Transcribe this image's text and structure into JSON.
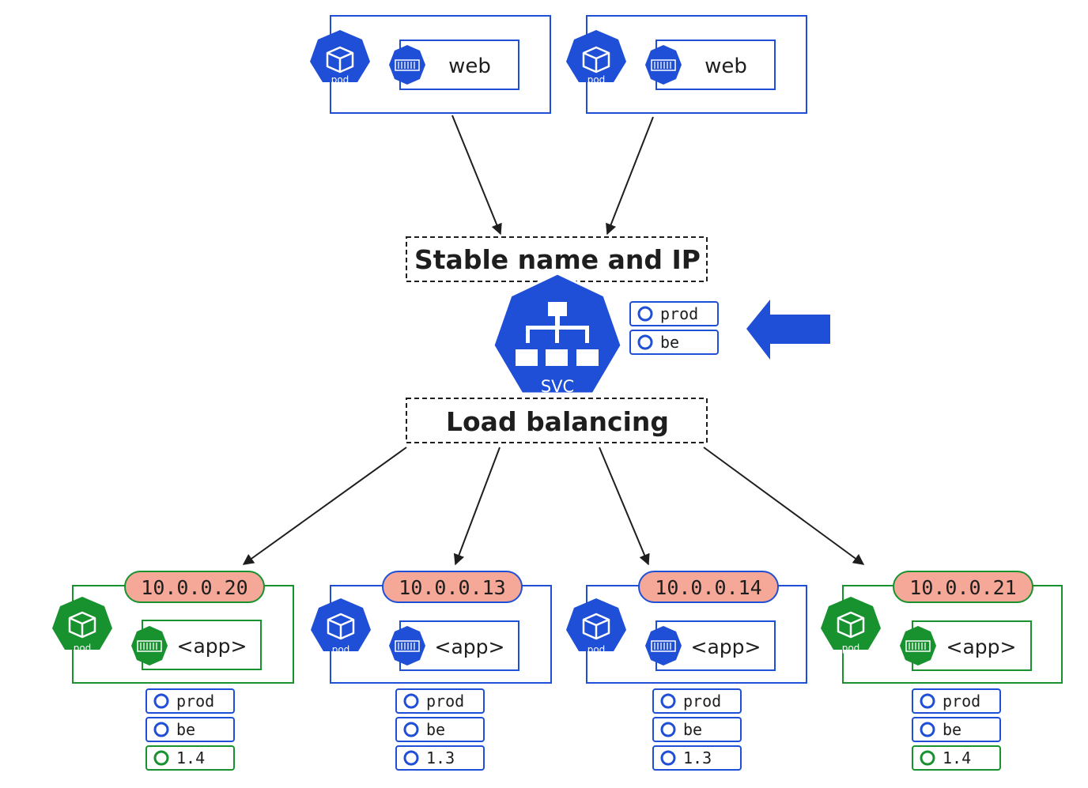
{
  "colors": {
    "blue": "#1f4fd6",
    "green": "#17922f",
    "ip_fill": "#f5a898",
    "arrow": "#1e1e1e"
  },
  "frontend_pods": [
    {
      "pod_label": "pod",
      "container": "web"
    },
    {
      "pod_label": "pod",
      "container": "web"
    }
  ],
  "service": {
    "top_caption": "Stable name and IP",
    "bottom_caption": "Load balancing",
    "svc_label": "SVC",
    "selector_labels": [
      "prod",
      "be"
    ]
  },
  "backend_pods": [
    {
      "ip": "10.0.0.20",
      "pod_label": "pod",
      "container": "<app>",
      "color": "green",
      "labels": [
        "prod",
        "be",
        "1.4"
      ]
    },
    {
      "ip": "10.0.0.13",
      "pod_label": "pod",
      "container": "<app>",
      "color": "blue",
      "labels": [
        "prod",
        "be",
        "1.3"
      ]
    },
    {
      "ip": "10.0.0.14",
      "pod_label": "pod",
      "container": "<app>",
      "color": "blue",
      "labels": [
        "prod",
        "be",
        "1.3"
      ]
    },
    {
      "ip": "10.0.0.21",
      "pod_label": "pod",
      "container": "<app>",
      "color": "green",
      "labels": [
        "prod",
        "be",
        "1.4"
      ]
    }
  ],
  "icons": [
    "pod-icon",
    "container-icon",
    "service-icon",
    "arrow-left-icon"
  ]
}
